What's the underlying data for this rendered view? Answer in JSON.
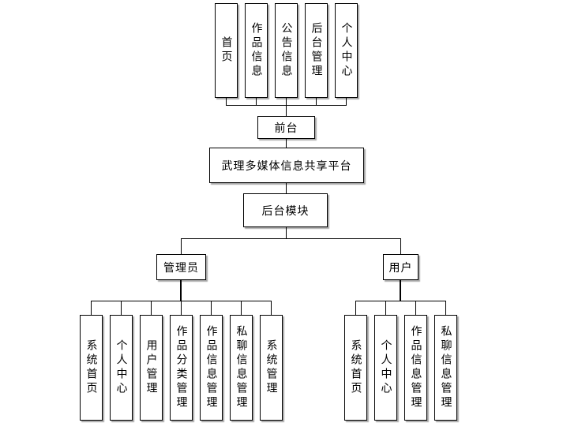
{
  "top_modules": [
    "首页",
    "作品信息",
    "公告信息",
    "后台管理",
    "个人中心"
  ],
  "front": "前台",
  "platform": "武理多媒体信息共享平台",
  "backend_module": "后台模块",
  "admin": {
    "label": "管理员",
    "children": [
      "系统首页",
      "个人中心",
      "用户管理",
      "作品分类管理",
      "作品信息管理",
      "私聊信息管理",
      "系统管理"
    ]
  },
  "user": {
    "label": "用户",
    "children": [
      "系统首页",
      "个人中心",
      "作品信息管理",
      "私聊信息管理"
    ]
  }
}
